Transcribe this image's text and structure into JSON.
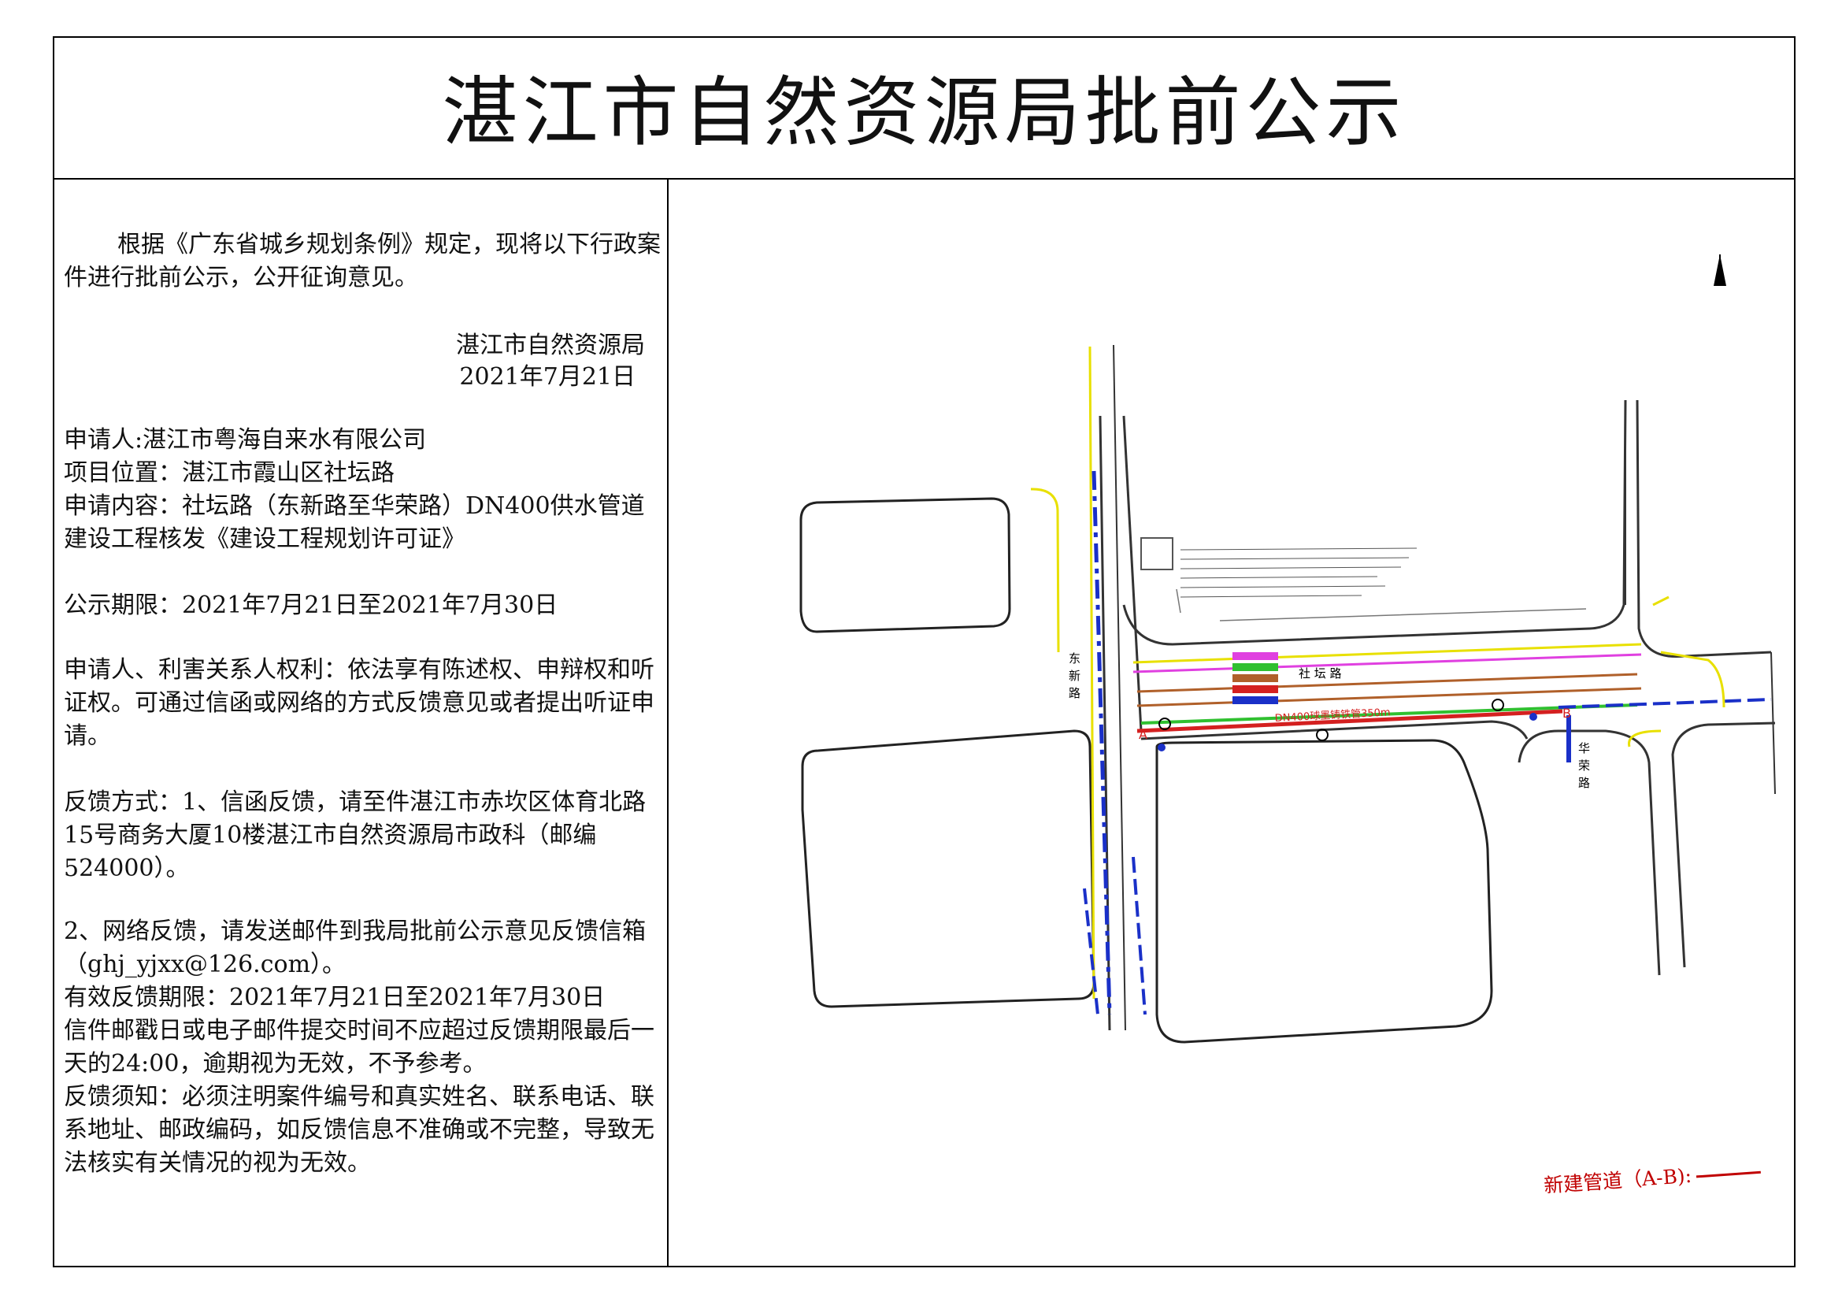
{
  "title": "湛江市自然资源局批前公示",
  "notice": {
    "intro": "根据《广东省城乡规划条例》规定，现将以下行政案件进行批前公示，公开征询意见。",
    "issuer": "湛江市自然资源局",
    "date": "2021年7月21日",
    "applicant": "申请人:湛江市粤海自来水有限公司",
    "location": "项目位置：湛江市霞山区社坛路",
    "content": "申请内容：社坛路（东新路至华荣路）DN400供水管道建设工程核发《建设工程规划许可证》",
    "period": "公示期限：2021年7月21日至2021年7月30日",
    "rights": "申请人、利害关系人权利：依法享有陈述权、申辩权和听证权。可通过信函或网络的方式反馈意见或者提出听证申请。",
    "feedback_1": "反馈方式：1、信函反馈，请至件湛江市赤坎区体育北路15号商务大厦10楼湛江市自然资源局市政科（邮编524000）。",
    "feedback_2": "2、网络反馈，请发送邮件到我局批前公示意见反馈信箱（ghj_yjxx@126.com）。",
    "valid_period": "有效反馈期限：2021年7月21日至2021年7月30日",
    "postmark": "信件邮戳日或电子邮件提交时间不应超过反馈期限最后一天的24:00，逾期视为无效，不予参考。",
    "instructions": "反馈须知：必须注明案件编号和真实姓名、联系电话、联系地址、邮政编码，如反馈信息不准确或不完整，导致无法核实有关情况的视为无效。"
  },
  "map": {
    "road_east_west": "社 坛 路",
    "road_dongxin_1": "东",
    "road_dongxin_2": "新",
    "road_dongxin_3": "路",
    "road_huarong_1": "华",
    "road_huarong_2": "荣",
    "road_huarong_3": "路",
    "pipe_label": "DN400球墨铸铁管350m",
    "point_a": "A",
    "point_b": "B",
    "legend": "新建管道（A-B):",
    "colors": {
      "pipe": "#d42020",
      "road_edge": "#e8e000",
      "existing_blue": "#1a30c8",
      "magenta": "#e040e0",
      "brown": "#b0602a",
      "green": "#30c030"
    }
  }
}
